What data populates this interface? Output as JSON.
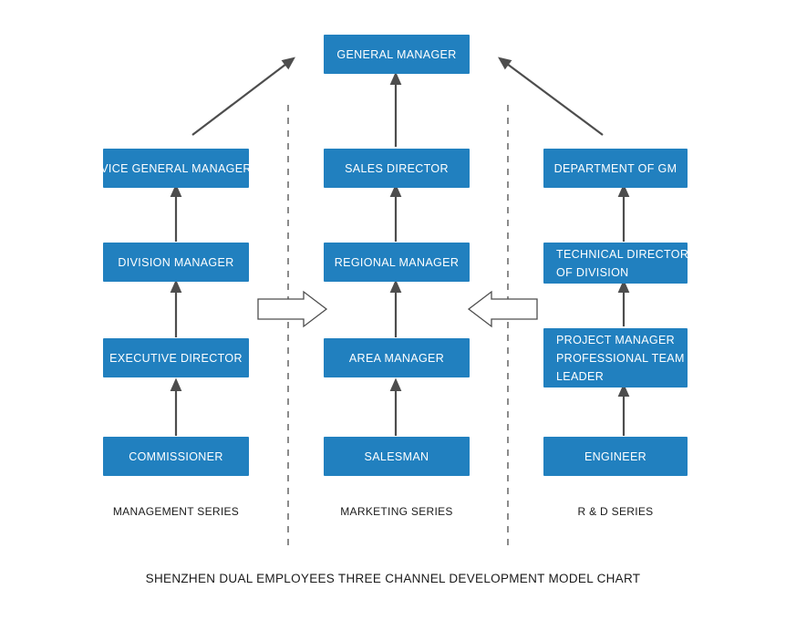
{
  "chart_data": {
    "type": "diagram",
    "title": "SHENZHEN DUAL EMPLOYEES THREE CHANNEL DEVELOPMENT MODEL CHART",
    "accent_color": "#2180bf",
    "arrow_color": "#4d4d4d",
    "text_color": "#1a1a1a",
    "columns": [
      {
        "key": "management",
        "label": "MANAGEMENT SERIES",
        "nodes": [
          {
            "lines": [
              "VICE GENERAL MANAGER"
            ],
            "align": "center"
          },
          {
            "lines": [
              "DIVISION MANAGER"
            ],
            "align": "center"
          },
          {
            "lines": [
              "EXECUTIVE DIRECTOR"
            ],
            "align": "center"
          },
          {
            "lines": [
              "COMMISSIONER"
            ],
            "align": "center"
          }
        ]
      },
      {
        "key": "marketing",
        "label": "MARKETING SERIES",
        "nodes": [
          {
            "lines": [
              "SALES DIRECTOR"
            ],
            "align": "center"
          },
          {
            "lines": [
              "REGIONAL MANAGER"
            ],
            "align": "center"
          },
          {
            "lines": [
              "AREA MANAGER"
            ],
            "align": "center"
          },
          {
            "lines": [
              "SALESMAN"
            ],
            "align": "center"
          }
        ]
      },
      {
        "key": "rd",
        "label": "R & D SERIES",
        "nodes": [
          {
            "lines": [
              "DEPARTMENT OF GM"
            ],
            "align": "center"
          },
          {
            "lines": [
              "TECHNICAL DIRECTOR",
              "OF DIVISION"
            ],
            "align": "left"
          },
          {
            "lines": [
              "PROJECT MANAGER",
              "PROFESSIONAL TEAM",
              "LEADER"
            ],
            "align": "left"
          },
          {
            "lines": [
              "ENGINEER"
            ],
            "align": "center"
          }
        ]
      }
    ],
    "top_node": {
      "lines": [
        "GENERAL MANAGER"
      ],
      "align": "center"
    },
    "cross_arrows": [
      {
        "name": "management-to-marketing",
        "direction": "right"
      },
      {
        "name": "rd-to-marketing",
        "direction": "left"
      }
    ]
  }
}
